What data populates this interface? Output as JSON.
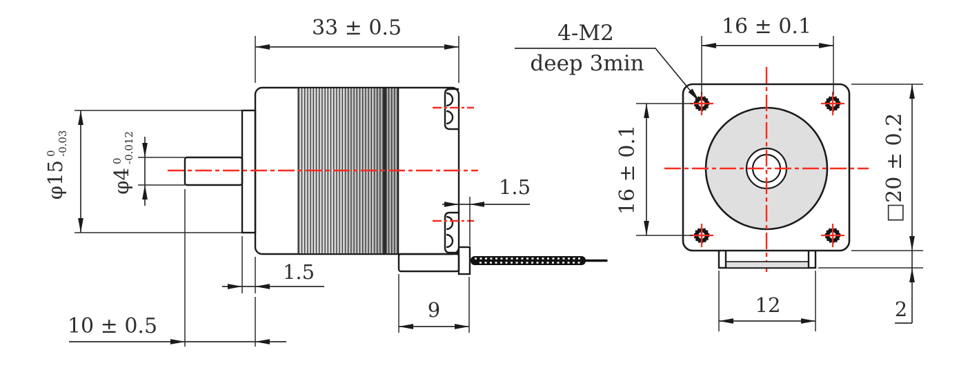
{
  "drawing": {
    "kind": "stepper-motor-outline-drawing",
    "views": [
      "side-section-view",
      "front-mounting-face-view"
    ]
  },
  "side": {
    "body_length": "33 ± 0.5",
    "pilot_dia": "φ15",
    "pilot_dia_tol_hi": "0",
    "pilot_dia_tol_lo": "-0.03",
    "shaft_dia": "φ4",
    "shaft_dia_tol_hi": "0",
    "shaft_dia_tol_lo": "-0.012",
    "pilot_length": "1.5",
    "rear_protrusion": "1.5",
    "shaft_length": "10 ± 0.5",
    "rear_section_length": "9"
  },
  "front": {
    "callout_line1": "4-M2",
    "callout_line2": "deep 3min",
    "hole_spacing_horizontal": "16 ± 0.1",
    "hole_spacing_vertical": "16 ± 0.1",
    "body_square_size": "□20 ± 0.2",
    "tab_width": "12",
    "tab_height": "2"
  },
  "colors": {
    "centerline_red": "#fa2c1e",
    "line_black": "#1b1b1b",
    "body_fill_gray": "#e4e4e4"
  }
}
